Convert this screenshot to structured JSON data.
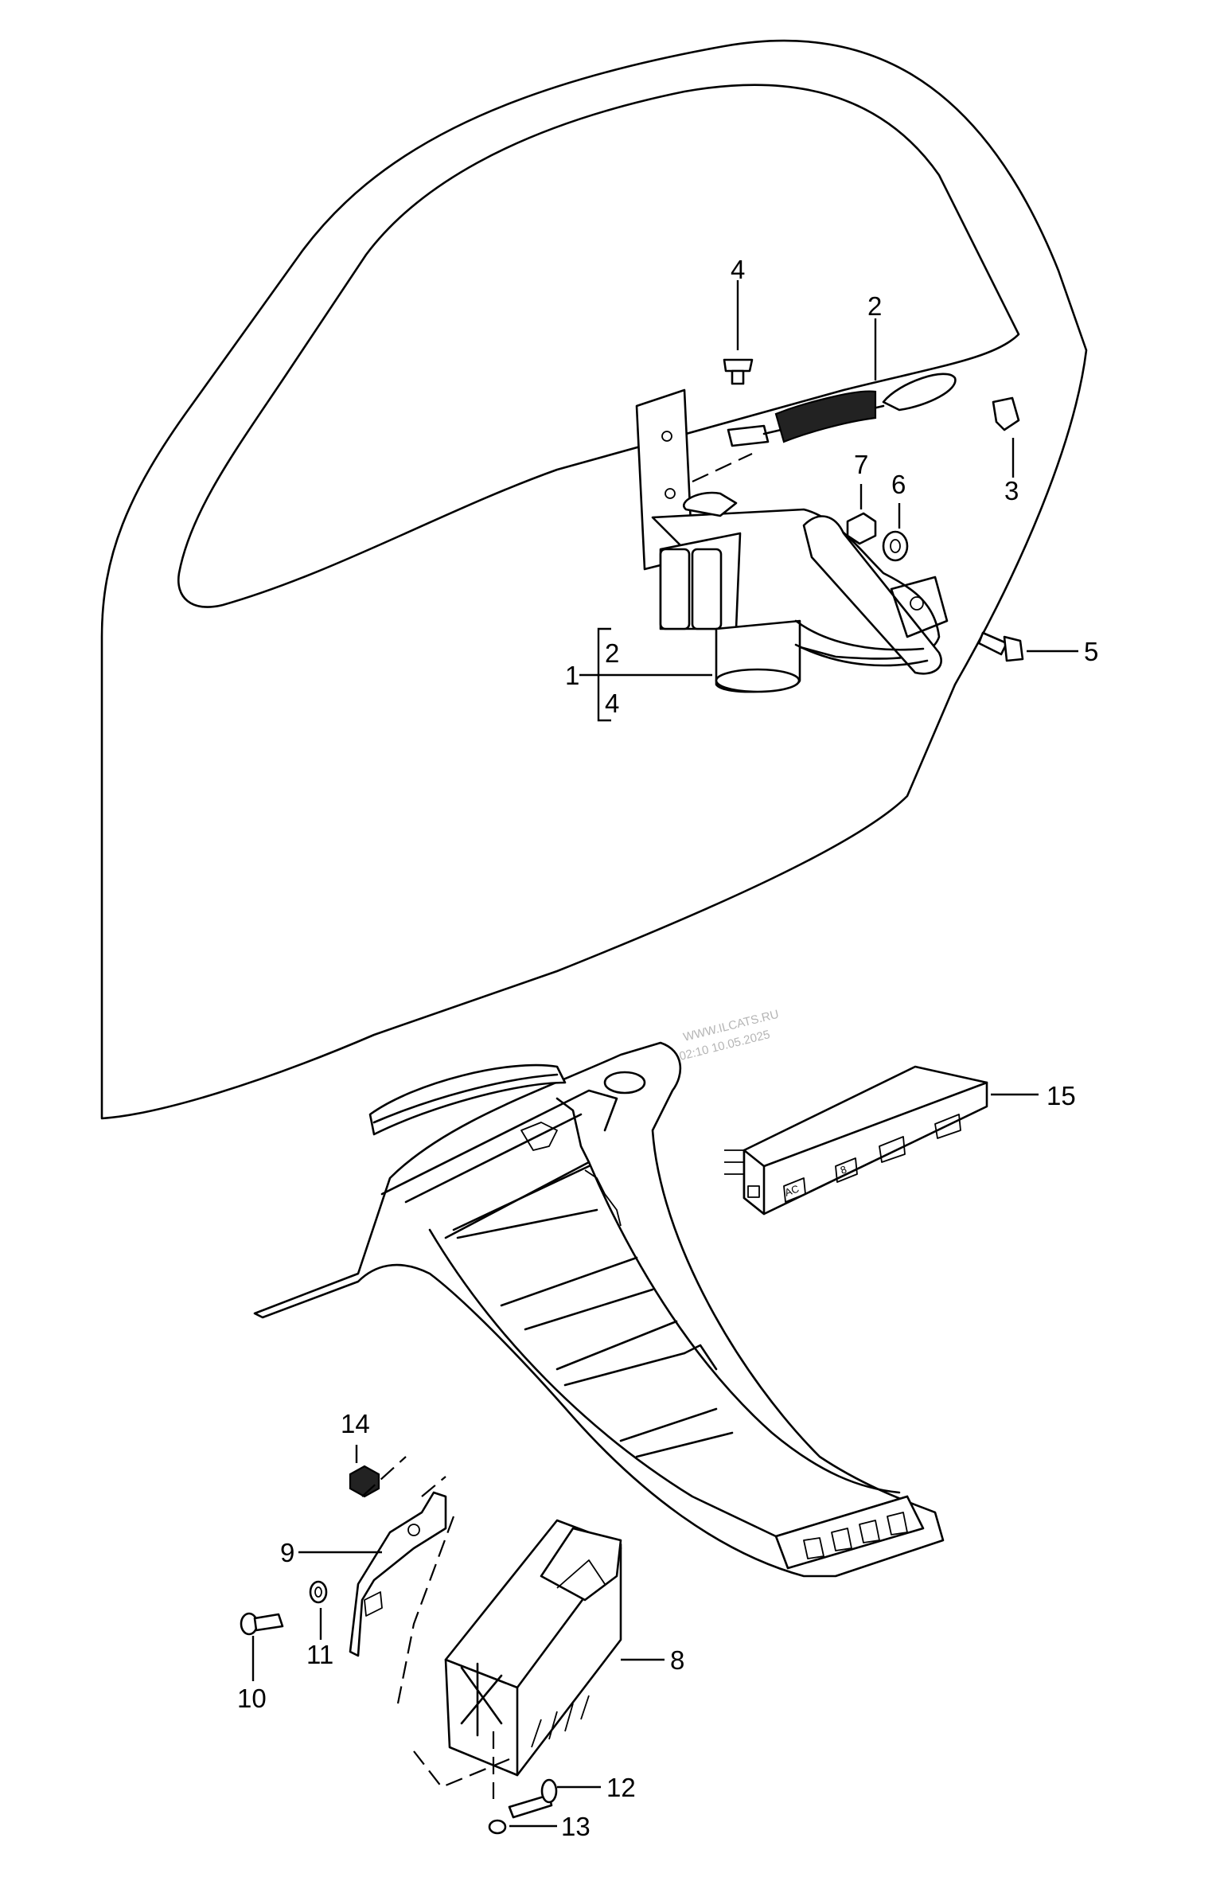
{
  "watermark": {
    "site": "WWW.ILCATS.RU",
    "datetime": "02:10 10.05.2025"
  },
  "callouts": {
    "c1": "1",
    "c1_sub_a": "2",
    "c1_sub_b": "4",
    "c2": "2",
    "c3": "3",
    "c4": "4",
    "c5": "5",
    "c6": "6",
    "c7": "7",
    "c8": "8",
    "c9": "9",
    "c10": "10",
    "c11": "11",
    "c12": "12",
    "c13": "13",
    "c14": "14",
    "c15": "15"
  },
  "switch_buttons": {
    "b1": "AC",
    "b2": "8"
  }
}
